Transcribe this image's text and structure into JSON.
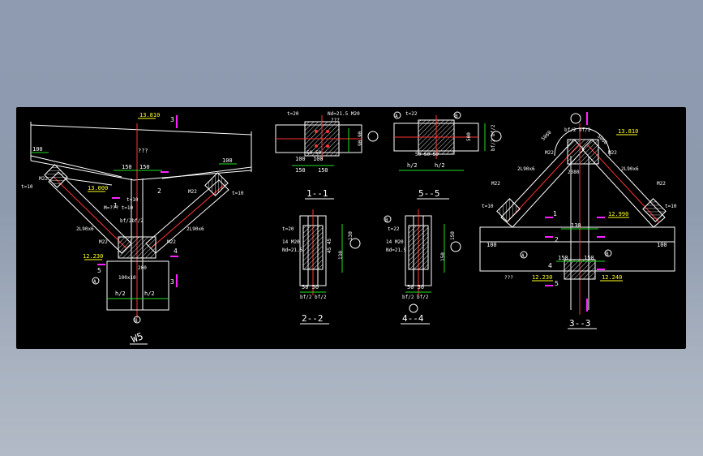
{
  "drawing": {
    "background_color": "#000000",
    "colors": {
      "line": "#ffffff",
      "dim": "#22dd22",
      "section": "#ff3333",
      "elev": "#ffff22",
      "tag": "#ff22ff",
      "hatch": "#ffffff"
    },
    "left_detail": {
      "top_elev": "13.810",
      "mid_elev": "13.000",
      "low_elev": "12.230",
      "ridge_note": "???",
      "dim_100_l": "100",
      "dim_100_r": "100",
      "dim_150_a": "150",
      "dim_150_b": "150",
      "sec_2": "2",
      "sec_3_top": "3",
      "sec_3_bot": "3",
      "sec_5": "5",
      "sec_4": "4",
      "sec_1": "1",
      "plate_l": "2L90x6",
      "plate_r": "2L90x6",
      "bolt_l": "M22",
      "bolt_r": "M22",
      "bolt_lo": "M22",
      "bolt_ro": "M22",
      "t10_l": "t=10",
      "t10_r": "t=10",
      "t10_c": "t=10",
      "bolt_note": "M=??? t=10",
      "web_note": "bf/2bf/2",
      "dim_h2": "h/2",
      "dim_h2b": "h/2",
      "dim_100x10": "100x10",
      "dim_200": "200",
      "mark_a": "A",
      "mark_b": "B",
      "caption": "W5"
    },
    "sec_1_1": {
      "t": "t=20",
      "note": "Nd=21.5 M20",
      "dims_top": "50 50",
      "dim_100_a": "100",
      "dim_100_b": "100",
      "dim_150_a": "150",
      "dim_150_b": "150",
      "dim_90_90": "90 90",
      "mark": "???",
      "caption": "1--1"
    },
    "sec_5_5": {
      "t": "t=22",
      "dims_top": "50 50 50",
      "dim_500": "500",
      "dim_h2_a": "h/2",
      "dim_h2_b": "h/2",
      "side_note": "bf/2 bf/2",
      "mark_a": "A",
      "mark_b": "B",
      "caption": "5--5"
    },
    "sec_2_2": {
      "t": "t=20",
      "note_a": "14 M20",
      "note_b": "Nd=21.5",
      "dim_130_a": "130",
      "dim_130_b": "130",
      "dim_45": "45 45",
      "dims_bot": "50 50",
      "dim_bf": "bf/2 bf/2",
      "caption": "2--2"
    },
    "sec_4_4": {
      "t": "t=22",
      "note_a": "14 M20",
      "note_b": "Nd=21.5",
      "dim_150_a": "150",
      "dim_150_b": "150",
      "dims_bot": "50 50",
      "dim_bf": "bf/2 bf/2",
      "mark": "B",
      "caption": "4--4"
    },
    "sec_3_3": {
      "apex_elev": "13.810",
      "left_elev": "12.230",
      "right_elev": "12.240",
      "side_elev": "12.990",
      "dim_100_l": "100",
      "dim_100_r": "100",
      "dim_130": "130",
      "dim_150_a": "150",
      "dim_150_b": "150",
      "apex_note": "bf/2 bf/2",
      "dim_5060_l": "5060",
      "dim_5060_r": "5060",
      "dim_2380": "2380",
      "plate_l": "2L90x6",
      "plate_r": "2L90x6",
      "bolt_l": "M22",
      "bolt_r": "M22",
      "bolt_tl": "M22",
      "bolt_tr": "M22",
      "t10_l": "t=10",
      "t10_r": "t=10",
      "sec_2": "2",
      "sec_4": "4",
      "sec_5": "5",
      "sec_1": "1",
      "note_q": "???",
      "mark_a": "A",
      "mark_b": "B",
      "caption": "3--3"
    }
  }
}
